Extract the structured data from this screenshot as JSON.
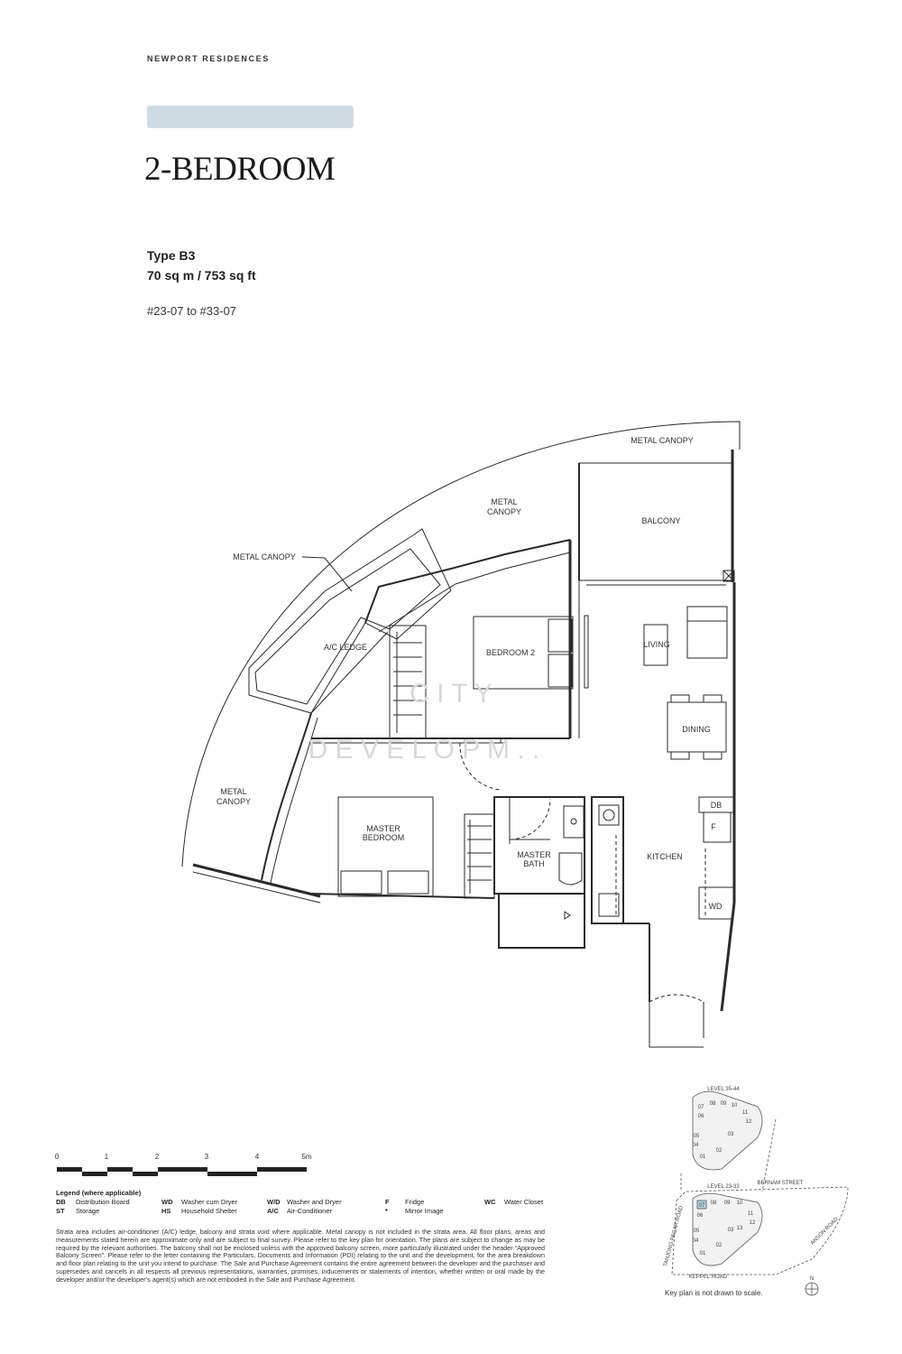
{
  "header": {
    "brand": "NEWPORT RESIDENCES",
    "title": "2-BEDROOM",
    "type": "Type B3",
    "area": "70 sq m / 753 sq ft",
    "units": "#23-07 to #33-07"
  },
  "colors": {
    "accent_bar": "#cfdce3",
    "line": "#2a2a2a"
  },
  "floorplan": {
    "labels": {
      "metal_canopy_top": "METAL CANOPY",
      "metal_canopy_mid": [
        "METAL",
        "CANOPY"
      ],
      "metal_canopy_left": "METAL CANOPY",
      "metal_canopy_bottom": [
        "METAL",
        "CANOPY"
      ],
      "balcony": "BALCONY",
      "ac_ledge": "A/C LEDGE",
      "bedroom2": "BEDROOM 2",
      "living": "LIVING",
      "dining": "DINING",
      "master_bedroom": [
        "MASTER",
        "BEDROOM"
      ],
      "master_bath": [
        "MASTER",
        "BATH"
      ],
      "kitchen": "KITCHEN",
      "db": "DB",
      "fridge": "F",
      "wd": "WD"
    },
    "watermark": [
      "C I T Y",
      "D E V E L O P M . ."
    ]
  },
  "scale_bar": {
    "ticks": [
      "0",
      "1",
      "2",
      "3",
      "4",
      "5m"
    ]
  },
  "legend": {
    "heading": "Legend (where applicable)",
    "items": [
      {
        "code": "DB",
        "desc": "Distribution Board"
      },
      {
        "code": "ST",
        "desc": "Storage"
      },
      {
        "code": "WD",
        "desc": "Washer cum Dryer"
      },
      {
        "code": "HS",
        "desc": "Household Shelter"
      },
      {
        "code": "W/D",
        "desc": "Washer and Dryer"
      },
      {
        "code": "A/C",
        "desc": "Air-Conditioner"
      },
      {
        "code": "F",
        "desc": "Fridge"
      },
      {
        "code": "*",
        "desc": "Mirror Image"
      },
      {
        "code": "WC",
        "desc": "Water Closet"
      }
    ]
  },
  "disclaimer": "Strata area includes air-conditioner (A/C) ledge, balcony and strata void where applicable. Metal canopy is not included in the strata area. All floor plans, areas and measurements stated herein are approximate only and are subject to final survey. Please refer to the key plan for orientation. The plans are subject to change as may be required by the relevant authorities. The balcony shall not be enclosed unless with the approved balcony screen, more particularly illustrated under the header “Approved Balcony Screen”. Please refer to the letter containing the Particulars, Documents and Information (PDI) relating to the unit and the development, for the area breakdown and floor plan relating to the unit you intend to purchase. The Sale and Purchase Agreement contains the entire agreement between the developer and the purchaser and supersedes and cancels in all respects all previous representations, warranties, promises, inducements or statements of intention, whether written or oral made by the developer and/or the developer’s agent(s) which are not embodied in the Sale and Purchase Agreement.",
  "keyplan": {
    "level_upper": "LEVEL  35-44",
    "level_lower": "LEVEL  23-33",
    "upper_units": [
      "08",
      "09",
      "10",
      "07",
      "11",
      "06",
      "12",
      "05",
      "03",
      "04",
      "02",
      "01"
    ],
    "lower_units": [
      "07",
      "08",
      "09",
      "10",
      "11",
      "06",
      "12",
      "05",
      "03",
      "13",
      "04",
      "02",
      "01"
    ],
    "roads": {
      "bernam": "BERNAM STREET",
      "anson": "ANSON ROAD",
      "tanjong": "TANJONG PAGAR ROAD",
      "keppel": "KEPPEL ROAD"
    },
    "north": "N",
    "note": "Key plan is not drawn to scale."
  }
}
